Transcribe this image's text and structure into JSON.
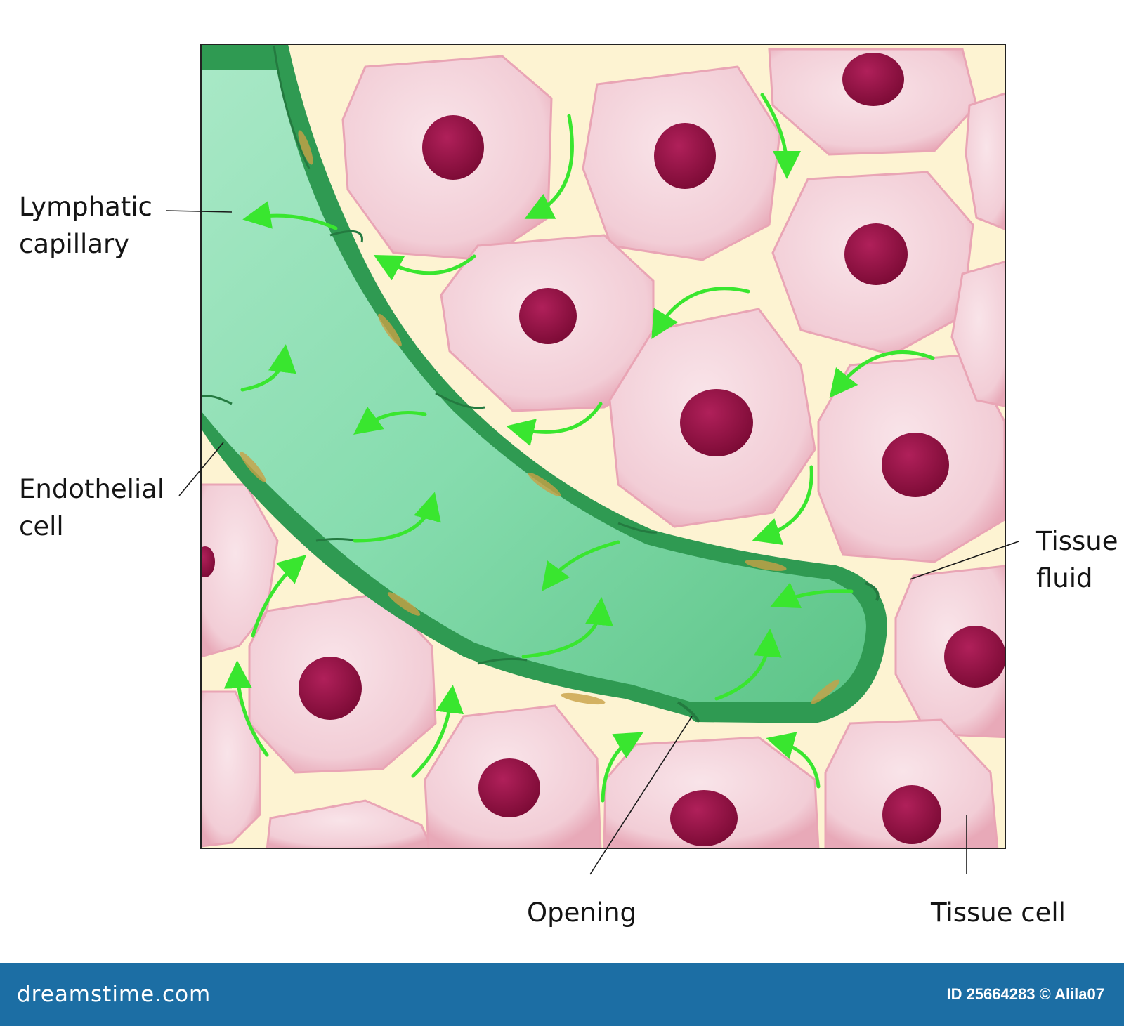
{
  "labels": {
    "lymphatic_capillary": [
      "Lymphatic",
      "capillary"
    ],
    "endothelial_cell": [
      "Endothelial",
      "cell"
    ],
    "tissue_fluid": [
      "Tissue",
      "fluid"
    ],
    "opening": "Opening",
    "tissue_cell": "Tissue cell"
  },
  "footer": {
    "brand": "dreamstime.com",
    "credit": "ID 25664283 © Alila07"
  },
  "colors": {
    "tissue_fluid": "#fdf3d2",
    "tissue_cell": "#f2c9d3",
    "nucleus": "#8a0c3c",
    "capillary": "#7fd9a6",
    "endothelium": "#2f9a52",
    "flow_arrow": "#39e62f",
    "footer": "#1c6ea4"
  }
}
